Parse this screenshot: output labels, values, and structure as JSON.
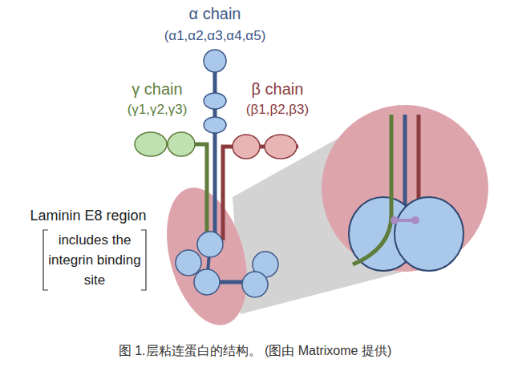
{
  "diagram": {
    "caption": "图 1.层粘连蛋白的结构。 (图由 Matrixome 提供)",
    "labels": [
      "α chain",
      "(α1,α2,α3,α4,α5)",
      "γ chain",
      "(γ1,γ2,γ3)",
      "β chain",
      "(β1,β2,β3)",
      "Laminin E8 region",
      "includes the integrin binding site"
    ]
  }
}
